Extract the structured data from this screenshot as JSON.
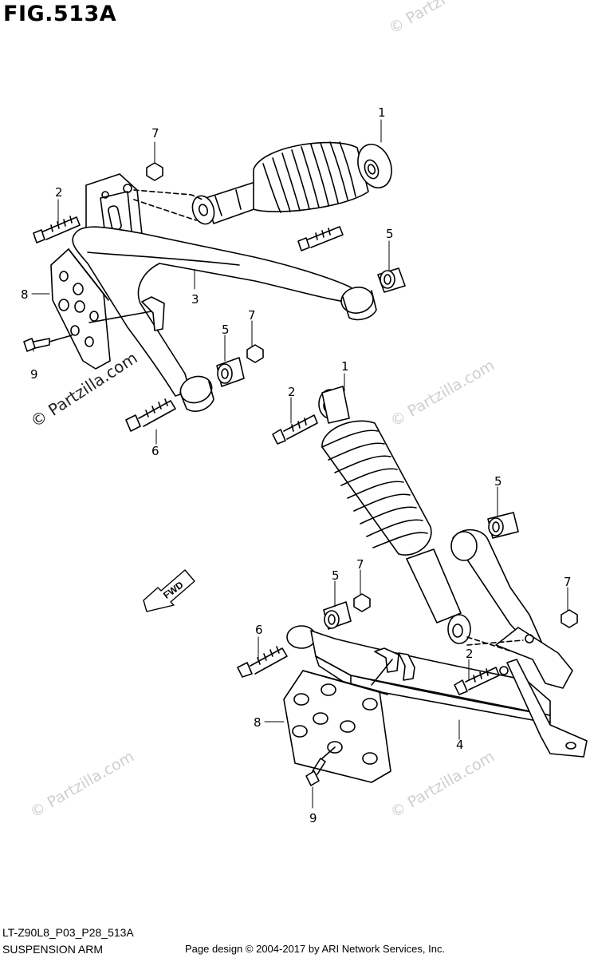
{
  "figure": {
    "title": "FIG.513A"
  },
  "watermark": {
    "text": "© Partzilla.com",
    "top_text": "© Partzi"
  },
  "callouts": {
    "c1a": "1",
    "c2a": "2",
    "c3": "3",
    "c5a": "5",
    "c5b": "5",
    "c6a": "6",
    "c7a": "7",
    "c7b": "7",
    "c8a": "8",
    "c9a": "9",
    "c1b": "1",
    "c2b": "2",
    "c2c": "2",
    "c4": "4",
    "c5c": "5",
    "c5d": "5",
    "c6b": "6",
    "c7c": "7",
    "c7d": "7",
    "c8b": "8",
    "c9b": "9"
  },
  "fwd_label": "FWD",
  "footer": {
    "code": "LT-Z90L8_P03_P28_513A",
    "caption": "SUSPENSION ARM",
    "credit": "Page design © 2004-2017 by ARI Network Services, Inc."
  }
}
